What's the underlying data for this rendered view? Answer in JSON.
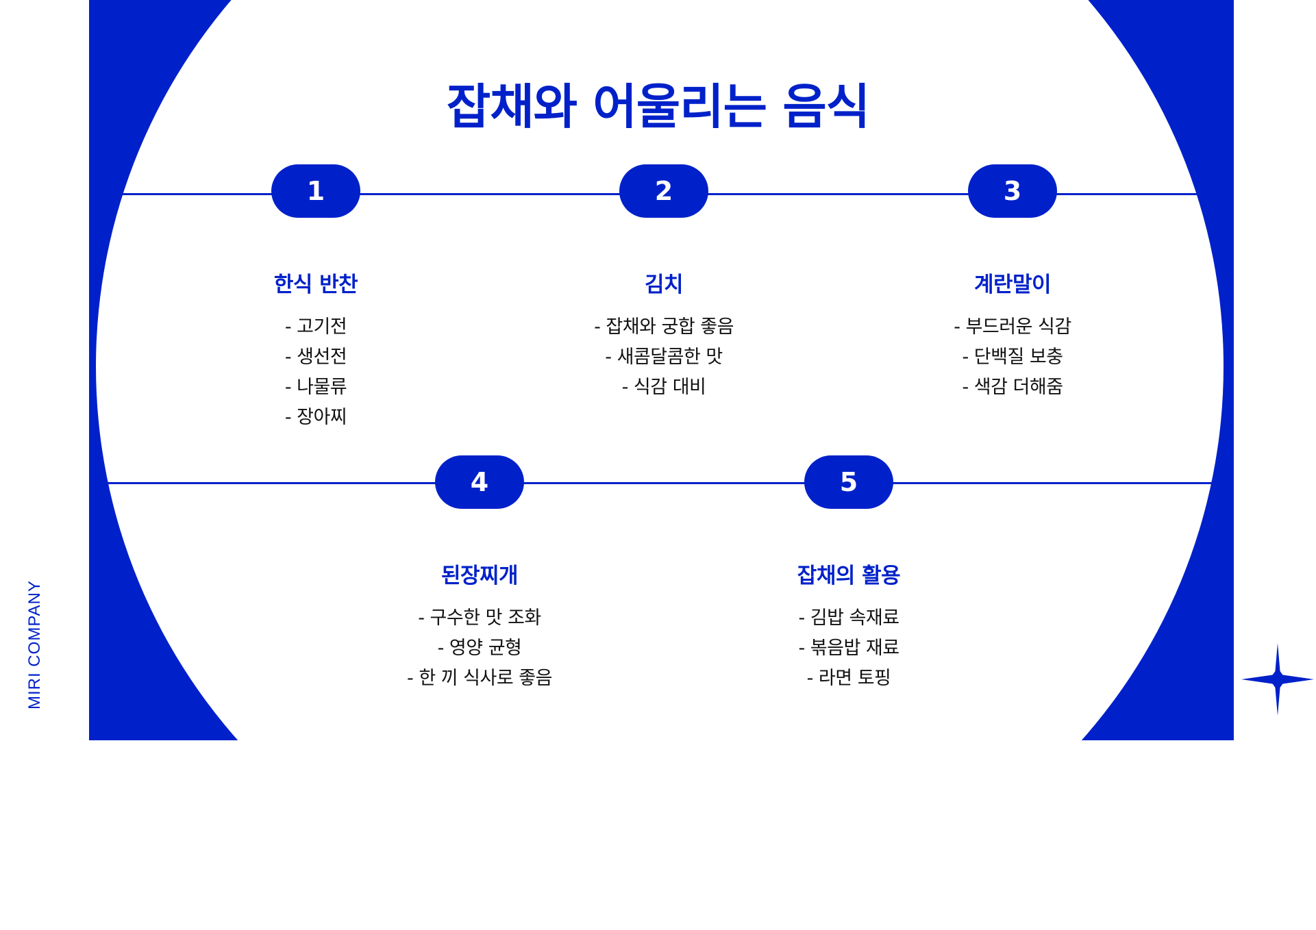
{
  "page": {
    "title": "잡채와 어울리는 음식",
    "brand": "MIRI COMPANY",
    "accent_color": "#0021c9"
  },
  "items": [
    {
      "number": "1",
      "title": "한식 반찬",
      "lines": [
        "- 고기전",
        "- 생선전",
        "- 나물류",
        "- 장아찌"
      ]
    },
    {
      "number": "2",
      "title": "김치",
      "lines": [
        "- 잡채와 궁합 좋음",
        "- 새콤달콤한 맛",
        "- 식감 대비"
      ]
    },
    {
      "number": "3",
      "title": "계란말이",
      "lines": [
        "- 부드러운 식감",
        "- 단백질 보충",
        "- 색감 더해줌"
      ]
    },
    {
      "number": "4",
      "title": "된장찌개",
      "lines": [
        "- 구수한 맛 조화",
        "- 영양 균형",
        "- 한 끼 식사로 좋음"
      ]
    },
    {
      "number": "5",
      "title": "잡채의 활용",
      "lines": [
        "- 김밥 속재료",
        "- 볶음밥 재료",
        "- 라면 토핑"
      ]
    }
  ],
  "icons": {
    "decoration": "sparkle-star-icon"
  }
}
